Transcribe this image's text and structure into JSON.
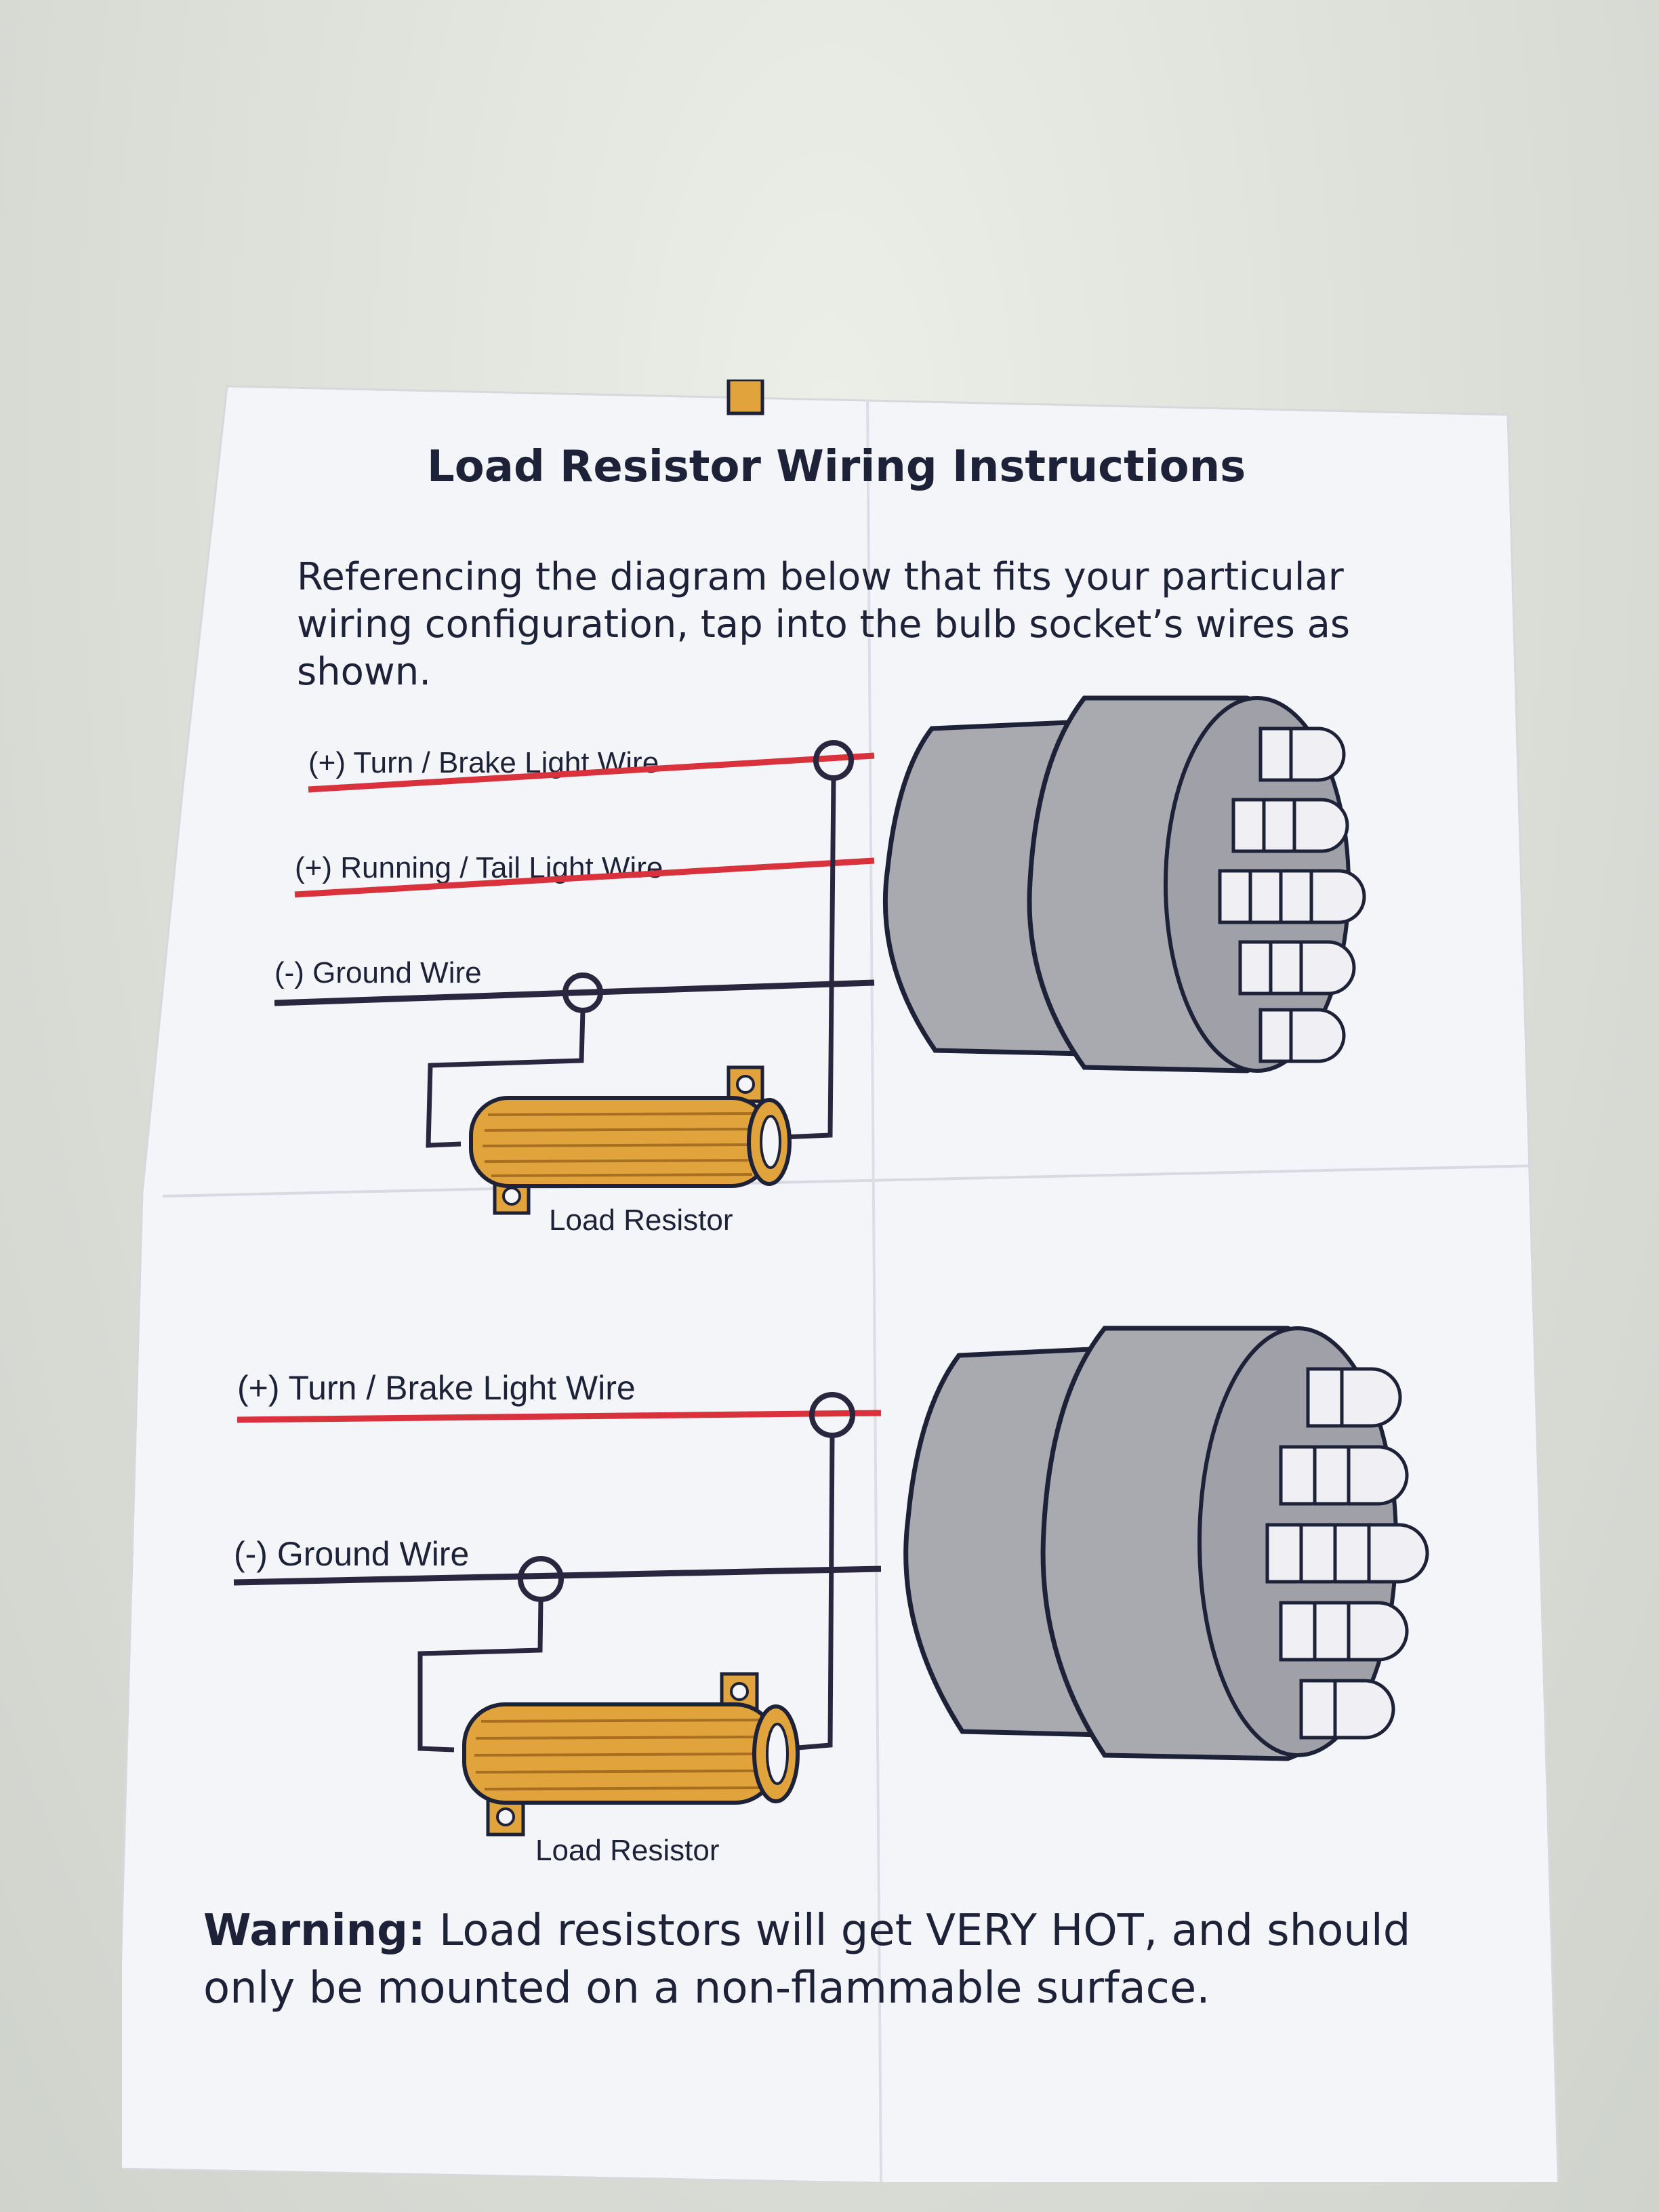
{
  "sheet": {
    "title": "Load Resistor Wiring Instructions",
    "intro_lines": [
      "Referencing the diagram below that fits your particular",
      "wiring configuration, tap into the bulb socket’s wires as",
      "shown."
    ],
    "warning_label": "Warning:",
    "warning_line1": " Load resistors will get VERY HOT, and should",
    "warning_line2": "only be mounted on a non-flammable surface."
  },
  "diagram_top": {
    "turn_wire": "(+) Turn / Brake Light Wire",
    "running_wire": "(+) Running / Tail Light Wire",
    "ground_wire": "(-) Ground Wire",
    "resistor": "Load Resistor"
  },
  "diagram_bottom": {
    "turn_wire": "(+) Turn / Brake Light Wire",
    "ground_wire": "(-) Ground Wire",
    "resistor": "Load Resistor"
  },
  "colors": {
    "paper": "#f4f5f8",
    "ink": "#1e2238",
    "positive_wire": "#d9323c",
    "ground_wire": "#2a2640",
    "socket_fill": "#a9a9b0",
    "resistor_fill": "#e1a33c"
  }
}
